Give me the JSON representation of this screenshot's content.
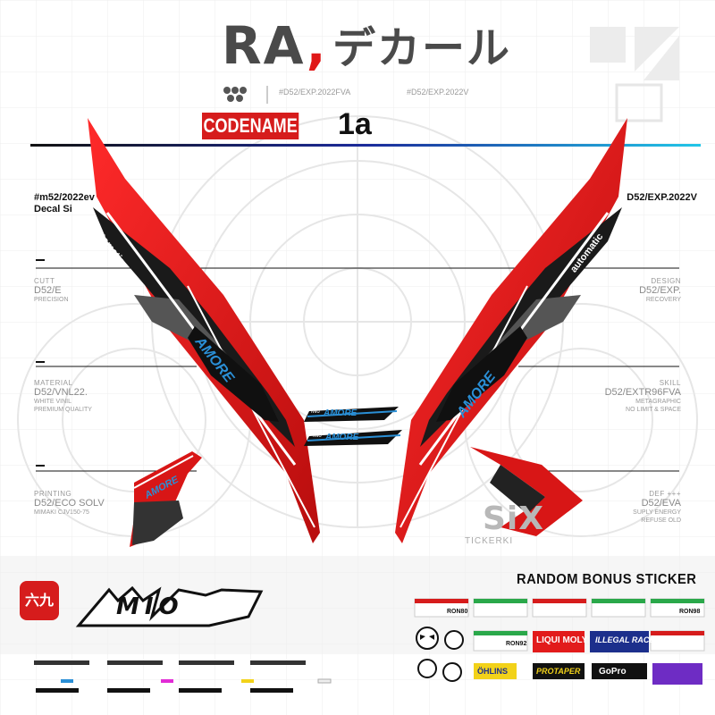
{
  "header": {
    "brand": "RA",
    "brand_comma": ",",
    "japanese": "デカール",
    "code_a": "#D52/EXP.2022FVA",
    "code_b": "#D52/EXP.2022V"
  },
  "codename": {
    "label": "CODENAME",
    "value": "1a"
  },
  "refs": {
    "left_line1": "#m52/2022ev",
    "left_line2": "Decal Si",
    "right_line1": "D52/EXP.2022V"
  },
  "specs_left": [
    {
      "label": "CUTT",
      "value": "D52/E",
      "sub": [
        "PRECISION"
      ]
    },
    {
      "label": "MATERIAL",
      "value": "D52/VNL22.",
      "sub": [
        "WHITE VINIL",
        "PREMIUM QUALITY"
      ]
    },
    {
      "label": "PRINTING",
      "value": "D52/ECO SOLV",
      "sub": [
        "MIMAKI CJV150-75"
      ]
    }
  ],
  "specs_right": [
    {
      "label": "DESIGN",
      "value": "D52/EXP.",
      "sub": [
        "RECOVERY"
      ]
    },
    {
      "label": "SKILL",
      "value": "D52/EXTR96FVA",
      "sub": [
        "METAGRAPHIC",
        "NO LIMIT & SPACE"
      ]
    },
    {
      "label": "DEF +++",
      "value": "D52/EVA",
      "sub": [
        "SUPLY ENERGY",
        "REFUSE OLD"
      ]
    }
  ],
  "decal": {
    "automatic_text": "automatic",
    "model_text": "AMORE",
    "model_prefix": "Mio"
  },
  "logo": {
    "model_name": "MIO",
    "brand_mark": "六九"
  },
  "watermark": {
    "main": "SiX",
    "sub": "TICKERKI"
  },
  "bonus": {
    "title": "RANDOM BONUS STICKER",
    "stickers": [
      "LIQUI MOLY",
      "ILLEGAL RACE",
      "ÖHLINS",
      "PROTAPER",
      "GoPro",
      "RON80",
      "RON92",
      "RON98"
    ]
  },
  "colors": {
    "accent": "#e01818",
    "dark": "#1a1a1a",
    "blue": "#2a8fd6",
    "gray": "#4a4a4a"
  }
}
